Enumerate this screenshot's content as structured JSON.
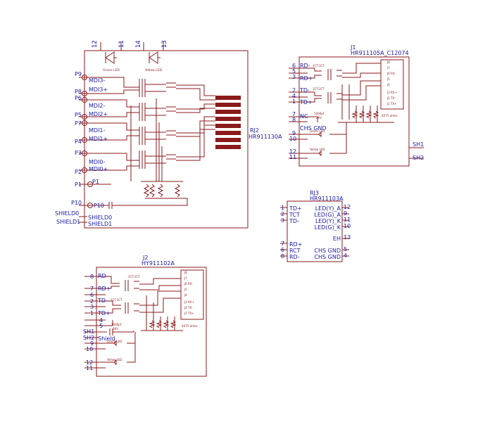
{
  "rj2": {
    "name": "RJ2",
    "value": "HR911130A",
    "pins": {
      "p9": "P9",
      "p8": "P8",
      "p6": "P6",
      "p5": "P5",
      "p7": "P7",
      "p4": "P4",
      "p3": "P3",
      "p2": "P2",
      "p1": "P1",
      "p10": "P10",
      "shield0": "SHIELD0",
      "shield1": "SHIELD1"
    },
    "pin_labels": {
      "mdi3m": "MDI3-",
      "mdi3p": "MDI3+",
      "mdi2m": "MDI2-",
      "mdi2p": "MDI2+",
      "mdi1m": "MDI1-",
      "mdi1p": "MDI1+",
      "mdi0m": "MDI0-",
      "mdi0p": "MDI0+",
      "p1": "P1",
      "p10": "P10",
      "shield0": "SHIELD0",
      "shield1": "SHIELD1"
    },
    "top_pins": [
      "12",
      "11",
      "14",
      "13"
    ],
    "leds": {
      "green": "Green LED",
      "yellow": "Yellow LED"
    }
  },
  "j1": {
    "name": "J1",
    "value": "HR911105A_C12074",
    "pin_numbers": [
      "6",
      "5",
      "3",
      "2",
      "4",
      "1",
      "7",
      "8",
      "9",
      "10",
      "12",
      "11"
    ],
    "signals": {
      "rdm": "RD-",
      "rdp": "RD+",
      "tdm": "TD-",
      "tdp": "TD+",
      "nc": "NC",
      "chs": "CHS GND"
    },
    "shields": {
      "sh1": "SH1",
      "sh2": "SH2"
    },
    "small": {
      "ratio1": "1CT:1CT",
      "ratio2": "1CT:1CT",
      "cap1": "1000pF",
      "cap2": "2KV",
      "green": "Green LED",
      "yellow": "Yellow LED",
      "ohms": "4X75 ohms"
    },
    "jack_pins": [
      "J8",
      "J7",
      "J6 RX-",
      "J5",
      "J4",
      "J3 RX+",
      "J2 TX-",
      "J1 TX+"
    ]
  },
  "rj3": {
    "name": "RJ3",
    "value": "HR911103A",
    "left_pins": [
      {
        "num": "1",
        "label": "TD+"
      },
      {
        "num": "2",
        "label": "TCT"
      },
      {
        "num": "3",
        "label": "TD-"
      },
      {
        "num": "7",
        "label": "RD+"
      },
      {
        "num": "6",
        "label": "RCT"
      },
      {
        "num": "8",
        "label": "RD-"
      }
    ],
    "right_pins": [
      {
        "num": "12",
        "label": "LED(Y)_A"
      },
      {
        "num": "9",
        "label": "LED(G)_A"
      },
      {
        "num": "11",
        "label": "LED(Y)_K"
      },
      {
        "num": "10",
        "label": "LED(G)_K"
      },
      {
        "num": "13",
        "label": "EH"
      },
      {
        "num": "5",
        "label": "CHS GND"
      },
      {
        "num": "4",
        "label": "CHS GND"
      }
    ]
  },
  "j2": {
    "name": "J2",
    "value": "HY911102A",
    "pin_numbers": [
      "8",
      "7",
      "6",
      "2",
      "3",
      "1",
      "4",
      "5",
      "9",
      "10",
      "12",
      "11"
    ],
    "signals": {
      "rdm": "RD-",
      "rdp": "RD+",
      "tdm": "TD-",
      "tdp": "TD+"
    },
    "shields": {
      "sh1": "SH1",
      "sh2": "SH2",
      "shield": "Shield"
    },
    "small": {
      "ratio1": "1CT:1CT",
      "ratio2": "1CT:1CT",
      "cap1": "1000pF",
      "cap2": "2KV",
      "green": "Green LED",
      "yellow": "Yellow LED",
      "ohms": "4X75 ohms"
    },
    "jack_pins": [
      "J8",
      "J7",
      "J6 RX-",
      "J5",
      "J4",
      "J3 RX+",
      "J2 TX-",
      "J1 TX+"
    ]
  },
  "colors": {
    "symbol": "#8b1a1a",
    "text": "#1a1aa6",
    "background": "#ffffff"
  }
}
